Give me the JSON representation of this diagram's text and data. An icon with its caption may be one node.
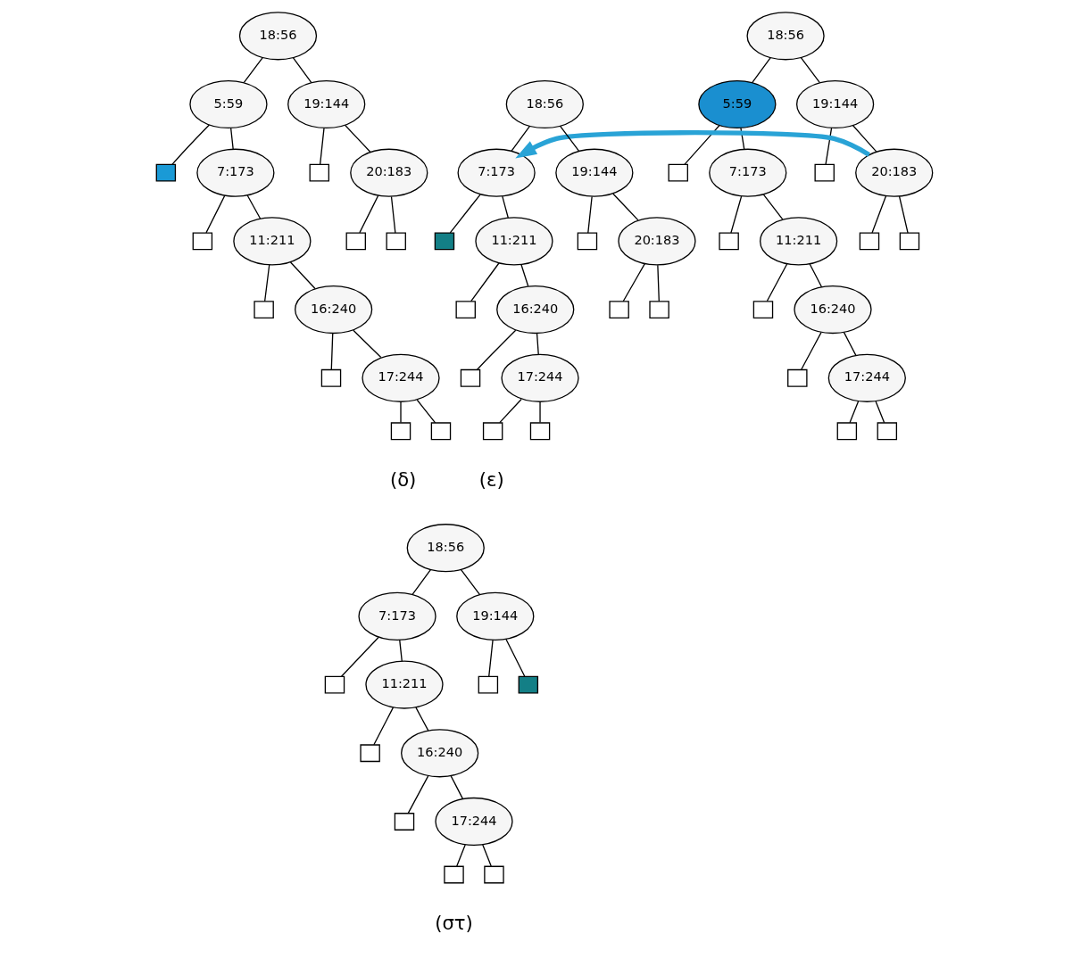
{
  "diagram": {
    "nodes": [
      {
        "text": [
          "18:56"
        ]
      },
      {
        "text": [
          "5:59"
        ]
      },
      {
        "text": [
          "19:144"
        ]
      },
      {
        "text": [],
        "shape": "box"
      },
      {
        "text": [
          "7:173"
        ]
      },
      {
        "text": [],
        "shape": "box"
      },
      {
        "text": [
          "20:183"
        ]
      },
      {
        "text": [],
        "shape": "box"
      },
      {
        "text": [
          "11:211"
        ]
      },
      {
        "text": [],
        "shape": "box"
      },
      {
        "text": [],
        "shape": "box"
      },
      {
        "text": [],
        "shape": "box"
      },
      {
        "text": [
          "16:240"
        ]
      },
      {
        "text": [],
        "shape": "box"
      },
      {
        "text": [
          "17:244"
        ]
      },
      {
        "text": [],
        "shape": "box"
      },
      {
        "text": [],
        "shape": "box"
      },
      {
        "text": [
          "18:56"
        ]
      },
      {
        "text": [
          "5:59"
        ]
      },
      {
        "text": [
          "19:144"
        ]
      },
      {
        "text": [],
        "shape": "box"
      },
      {
        "text": [
          "7:173"
        ]
      },
      {
        "text": [],
        "shape": "box"
      },
      {
        "text": [
          "20:183"
        ]
      },
      {
        "text": [],
        "shape": "box"
      },
      {
        "text": [
          "11:211"
        ]
      },
      {
        "text": [],
        "shape": "box"
      },
      {
        "text": [],
        "shape": "box"
      },
      {
        "text": [],
        "shape": "box"
      },
      {
        "text": [
          "16:240"
        ]
      },
      {
        "text": [],
        "shape": "box"
      },
      {
        "text": [
          "17:244"
        ]
      },
      {
        "text": [],
        "shape": "box"
      },
      {
        "text": [],
        "shape": "box"
      },
      {
        "text": [
          "18:56"
        ]
      },
      {
        "text": [
          "7:173"
        ]
      },
      {
        "text": [
          "19:144"
        ]
      },
      {
        "text": [],
        "shape": "box"
      },
      {
        "text": [
          "11:211"
        ]
      },
      {
        "text": [],
        "shape": "box"
      },
      {
        "text": [
          "20:183"
        ]
      },
      {
        "text": [],
        "shape": "box"
      },
      {
        "text": [
          "16:240"
        ]
      },
      {
        "text": [],
        "shape": "box"
      },
      {
        "text": [],
        "shape": "box"
      },
      {
        "text": [],
        "shape": "box"
      },
      {
        "text": [
          "17:244"
        ]
      },
      {
        "text": [],
        "shape": "box"
      },
      {
        "text": [],
        "shape": "box"
      },
      {
        "text": [
          "18:56"
        ]
      },
      {
        "text": [
          "7:173"
        ]
      },
      {
        "text": [
          "19:144"
        ]
      },
      {
        "text": [],
        "shape": "box"
      },
      {
        "text": [
          "11:211"
        ]
      },
      {
        "text": [],
        "shape": "box"
      },
      {
        "text": [],
        "shape": "box"
      },
      {
        "text": [],
        "shape": "box"
      },
      {
        "text": [
          "16:240"
        ]
      },
      {
        "text": [],
        "shape": "box"
      },
      {
        "text": [
          "17:244"
        ]
      },
      {
        "text": [],
        "shape": "box"
      },
      {
        "text": [],
        "shape": "box"
      }
    ],
    "edges": [
      {
        "from": 0,
        "to": 1,
        "arrow": "none"
      },
      {
        "from": 0,
        "to": 2,
        "arrow": "none"
      },
      {
        "from": 1,
        "to": 3,
        "arrow": "none"
      },
      {
        "from": 1,
        "to": 4,
        "arrow": "none"
      },
      {
        "from": 2,
        "to": 5,
        "arrow": "none"
      },
      {
        "from": 2,
        "to": 6,
        "arrow": "none"
      },
      {
        "from": 4,
        "to": 7,
        "arrow": "none"
      },
      {
        "from": 4,
        "to": 8,
        "arrow": "none"
      },
      {
        "from": 6,
        "to": 9,
        "arrow": "none"
      },
      {
        "from": 6,
        "to": 10,
        "arrow": "none"
      },
      {
        "from": 8,
        "to": 11,
        "arrow": "none"
      },
      {
        "from": 8,
        "to": 12,
        "arrow": "none"
      },
      {
        "from": 12,
        "to": 13,
        "arrow": "none"
      },
      {
        "from": 12,
        "to": 14,
        "arrow": "none"
      },
      {
        "from": 14,
        "to": 15,
        "arrow": "none"
      },
      {
        "from": 14,
        "to": 16,
        "arrow": "none"
      },
      {
        "from": 17,
        "to": 18,
        "arrow": "none"
      },
      {
        "from": 17,
        "to": 19,
        "arrow": "none"
      },
      {
        "from": 18,
        "to": 20,
        "arrow": "none"
      },
      {
        "from": 18,
        "to": 21,
        "arrow": "none"
      },
      {
        "from": 19,
        "to": 22,
        "arrow": "none"
      },
      {
        "from": 19,
        "to": 23,
        "arrow": "none"
      },
      {
        "from": 21,
        "to": 24,
        "arrow": "none"
      },
      {
        "from": 21,
        "to": 25,
        "arrow": "none"
      },
      {
        "from": 23,
        "to": 26,
        "arrow": "none"
      },
      {
        "from": 23,
        "to": 27,
        "arrow": "none"
      },
      {
        "from": 25,
        "to": 28,
        "arrow": "none"
      },
      {
        "from": 25,
        "to": 29,
        "arrow": "none"
      },
      {
        "from": 29,
        "to": 30,
        "arrow": "none"
      },
      {
        "from": 29,
        "to": 31,
        "arrow": "none"
      },
      {
        "from": 31,
        "to": 32,
        "arrow": "none"
      },
      {
        "from": 31,
        "to": 33,
        "arrow": "none"
      },
      {
        "from": 23,
        "to": 35,
        "arrow": "to",
        "style": "thick",
        "color": "#29a3d6"
      },
      {
        "from": 34,
        "to": 35,
        "arrow": "none"
      },
      {
        "from": 34,
        "to": 36,
        "arrow": "none"
      },
      {
        "from": 35,
        "to": 37,
        "arrow": "none"
      },
      {
        "from": 35,
        "to": 38,
        "arrow": "none"
      },
      {
        "from": 36,
        "to": 39,
        "arrow": "none"
      },
      {
        "from": 36,
        "to": 40,
        "arrow": "none"
      },
      {
        "from": 38,
        "to": 41,
        "arrow": "none"
      },
      {
        "from": 38,
        "to": 42,
        "arrow": "none"
      },
      {
        "from": 40,
        "to": 43,
        "arrow": "none"
      },
      {
        "from": 40,
        "to": 44,
        "arrow": "none"
      },
      {
        "from": 42,
        "to": 45,
        "arrow": "none"
      },
      {
        "from": 42,
        "to": 46,
        "arrow": "none"
      },
      {
        "from": 46,
        "to": 47,
        "arrow": "none"
      },
      {
        "from": 46,
        "to": 48,
        "arrow": "none"
      },
      {
        "from": 49,
        "to": 50,
        "arrow": "none"
      },
      {
        "from": 49,
        "to": 51,
        "arrow": "none"
      },
      {
        "from": 50,
        "to": 52,
        "arrow": "none"
      },
      {
        "from": 50,
        "to": 53,
        "arrow": "none"
      },
      {
        "from": 51,
        "to": 54,
        "arrow": "none"
      },
      {
        "from": 51,
        "to": 55,
        "arrow": "none"
      },
      {
        "from": 53,
        "to": 56,
        "arrow": "none"
      },
      {
        "from": 53,
        "to": 57,
        "arrow": "none"
      },
      {
        "from": 57,
        "to": 58,
        "arrow": "none"
      },
      {
        "from": 57,
        "to": 59,
        "arrow": "none"
      },
      {
        "from": 59,
        "to": 60,
        "arrow": "none"
      },
      {
        "from": 59,
        "to": 61,
        "arrow": "none"
      }
    ],
    "labels": [
      "(δ)",
      "(ε)",
      "(στ)"
    ]
  }
}
